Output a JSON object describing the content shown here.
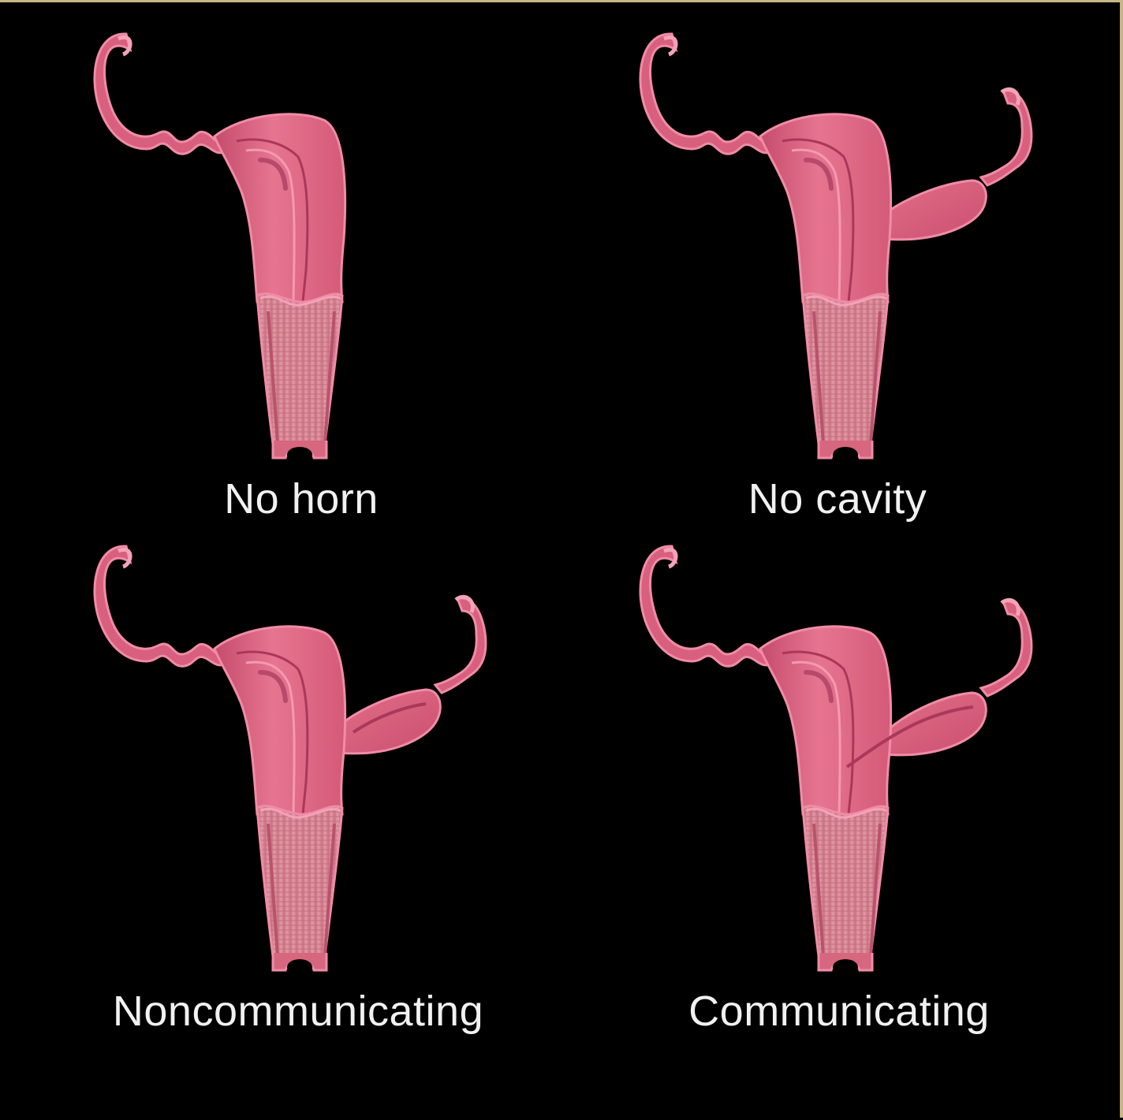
{
  "colors": {
    "background": "#000000",
    "frame": "#c8b489",
    "tissue": "#de6a86",
    "tissue_light": "#ee8fa7",
    "tissue_dark": "#b13f5d",
    "tissue_outline": "#f08ca6",
    "caption": "#f1f1f1"
  },
  "panels": [
    {
      "label": "No horn",
      "variant": "no-horn"
    },
    {
      "label": "No cavity",
      "variant": "no-cavity"
    },
    {
      "label": "Noncommunicating",
      "variant": "noncommunicating"
    },
    {
      "label": "Communicating",
      "variant": "communicating"
    }
  ]
}
